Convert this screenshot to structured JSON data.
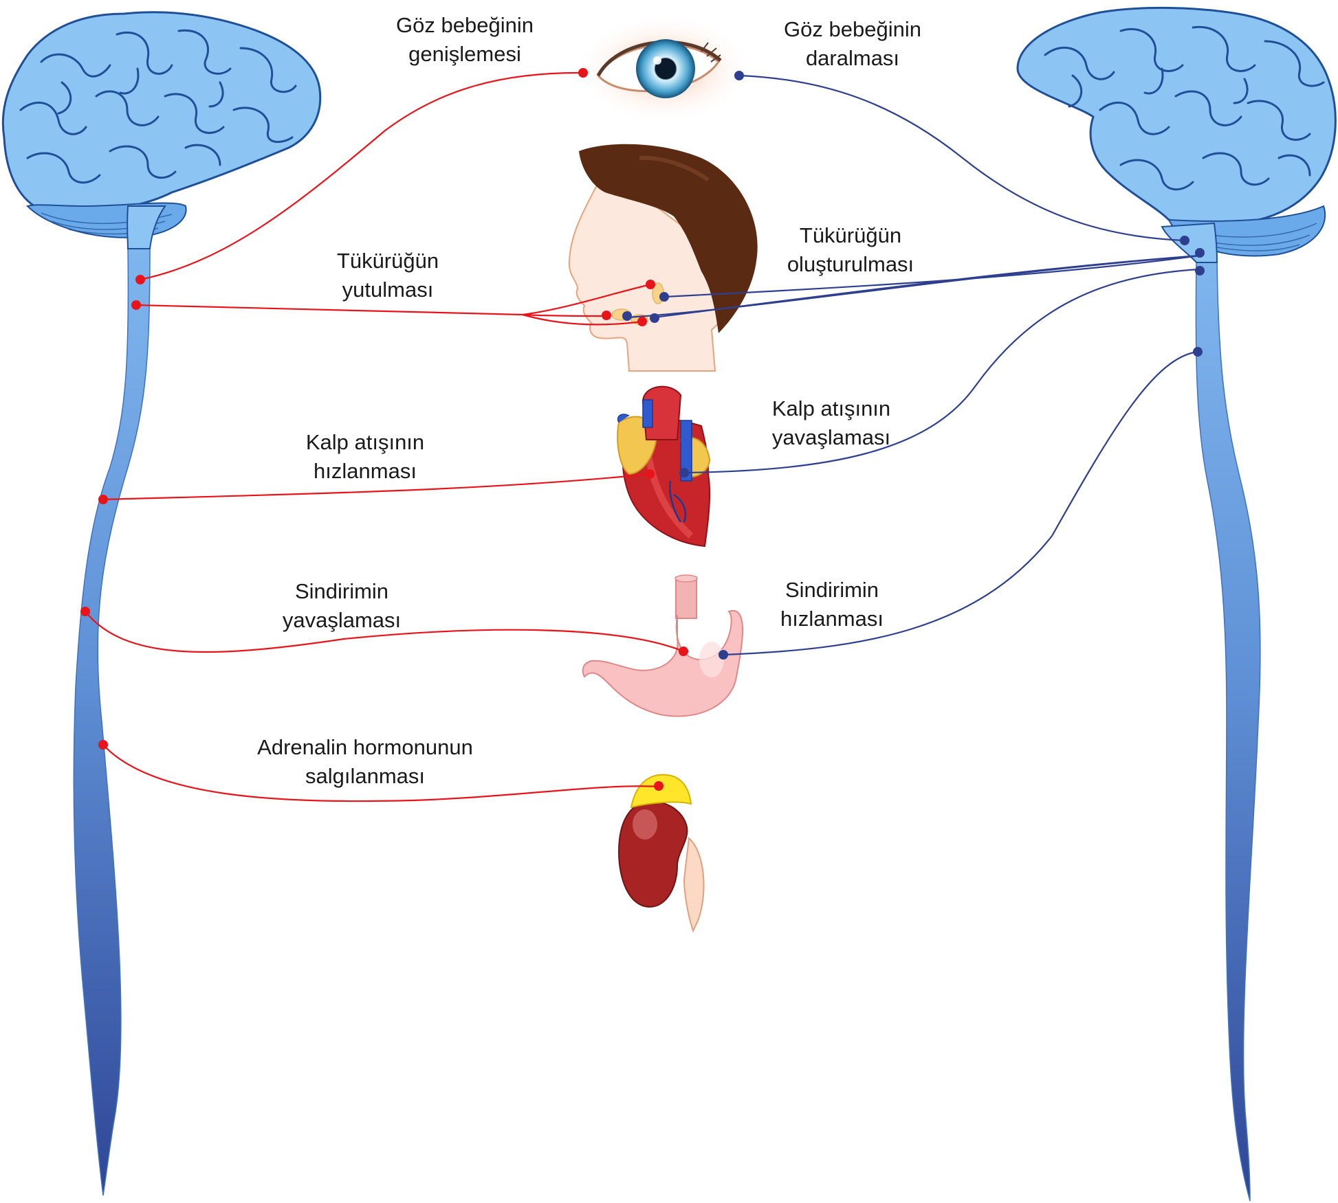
{
  "colors": {
    "sympathetic": "#e8141a",
    "parasympathetic": "#2e3f8f",
    "spine_top": "#7fb6ee",
    "spine_bottom": "#2f4696",
    "brain": "#8cc4f4",
    "brain_outline": "#1f4f96"
  },
  "icons": {
    "left_brain": "brain-icon",
    "right_brain": "brain-icon",
    "eye": "eye-icon",
    "head": "head-profile-icon",
    "heart": "heart-icon",
    "stomach": "stomach-icon",
    "kidney": "kidney-adrenal-icon"
  },
  "labels": {
    "pupil_dilation": [
      "Göz bebeğinin",
      "genişlemesi"
    ],
    "pupil_constriction": [
      "Göz bebeğinin",
      "daralması"
    ],
    "saliva_swallow": [
      "Tükürüğün",
      "yutulması"
    ],
    "saliva_production": [
      "Tükürüğün",
      "oluşturulması"
    ],
    "heart_speedup": [
      "Kalp atışının",
      "hızlanması"
    ],
    "heart_slowdown": [
      "Kalp atışının",
      "yavaşlaması"
    ],
    "digestion_slowdown": [
      "Sindirimin",
      "yavaşlaması"
    ],
    "digestion_speedup": [
      "Sindirimin",
      "hızlanması"
    ],
    "adrenaline": [
      "Adrenalin hormonunun",
      "salgılanması"
    ]
  }
}
